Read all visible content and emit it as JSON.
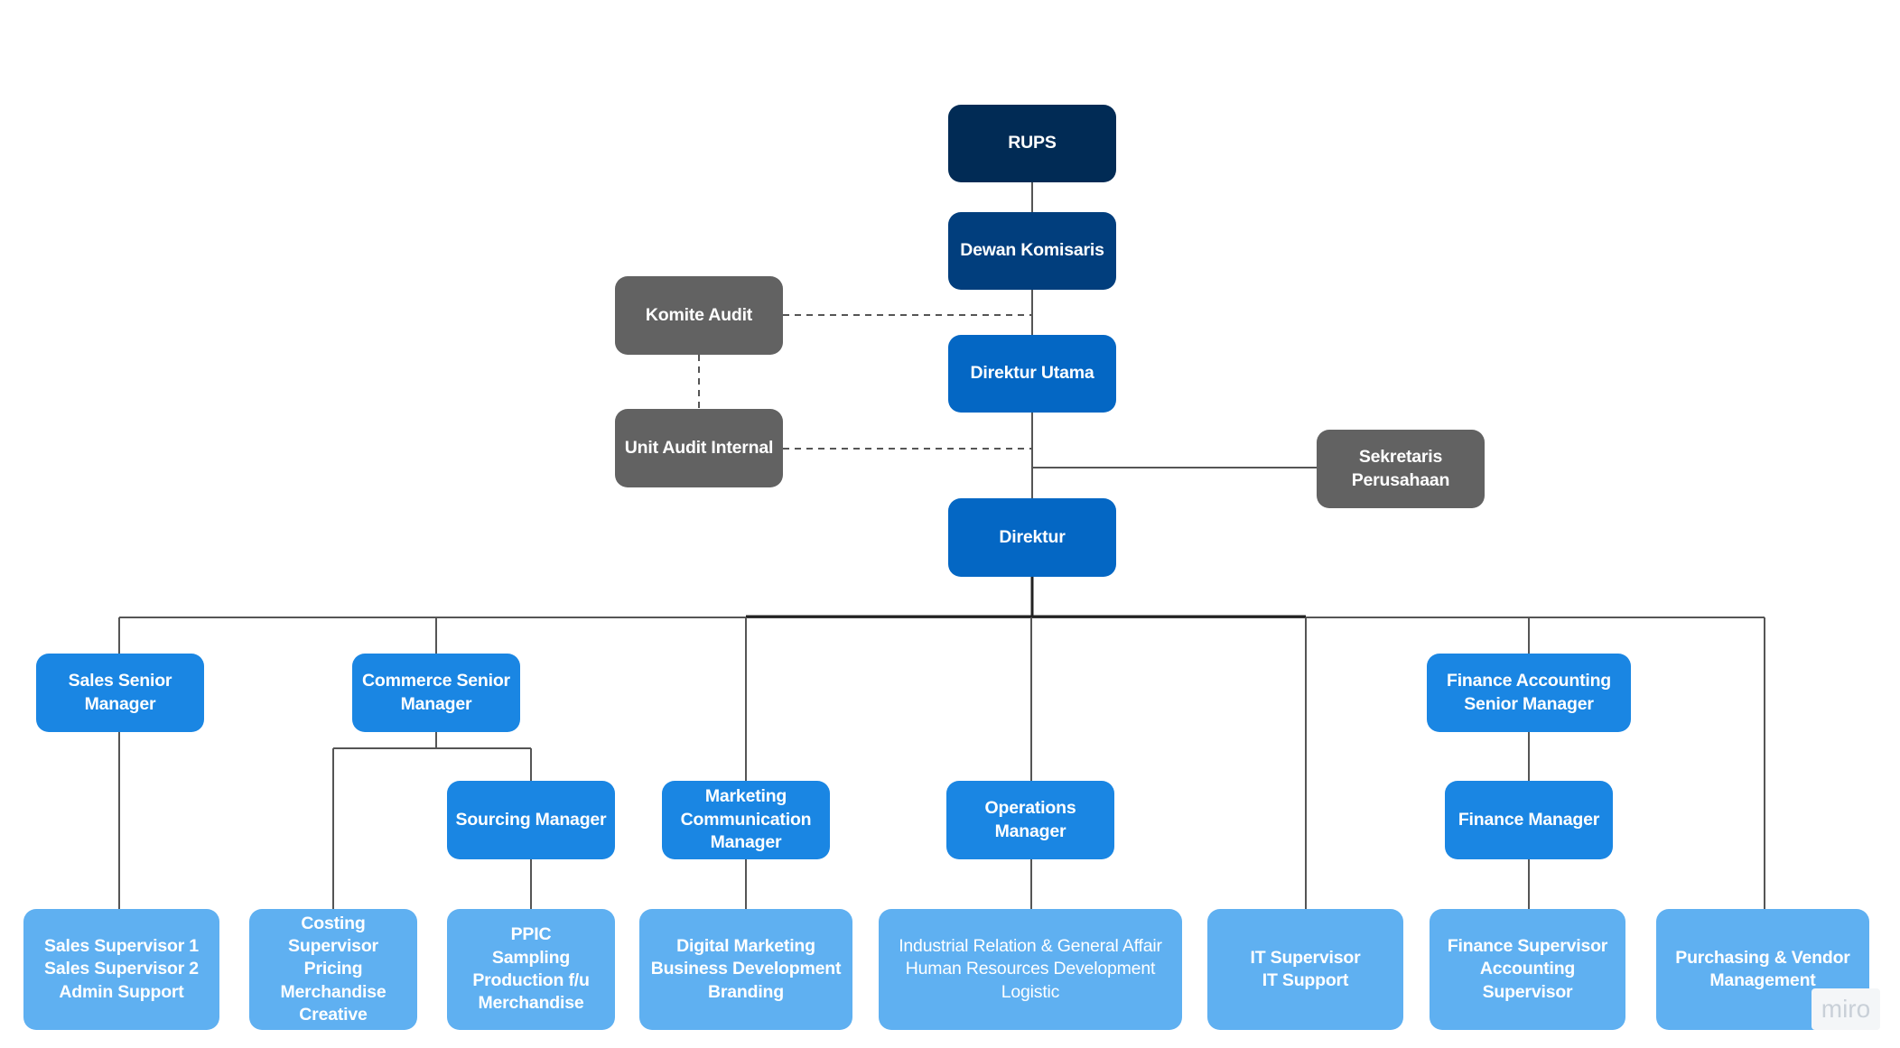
{
  "colors": {
    "navy": "#012b55",
    "dark_blue": "#013e7d",
    "mid_blue": "#0467c4",
    "grey": "#626262",
    "blue": "#1a86e3",
    "light_blue": "#5fb0f1",
    "connector": "#555555"
  },
  "org": {
    "rups": "RUPS",
    "dewan_komisaris": "Dewan Komisaris",
    "komite_audit": "Komite Audit",
    "direktur_utama": "Direktur Utama",
    "unit_audit_internal": "Unit Audit Internal",
    "sekretaris": "Sekretaris\nPerusahaan",
    "direktur": "Direktur",
    "sales_senior": "Sales Senior\nManager",
    "commerce_senior": "Commerce Senior\nManager",
    "finance_senior": "Finance Accounting\nSenior Manager",
    "sourcing": "Sourcing Manager",
    "marketing": "Marketing\nCommunication\nManager",
    "operations": "Operations\nManager",
    "finance_manager": "Finance Manager",
    "sales_staff": "Sales Supervisor 1\nSales Supervisor 2\nAdmin Support",
    "costing_staff": "Costing\nSupervisor\nPricing\nMerchandise\nCreative",
    "ppic_staff": "PPIC\nSampling\nProduction f/u\nMerchandise",
    "digital_staff": "Digital Marketing\nBusiness Development\nBranding",
    "industrial_staff": "Industrial Relation & General Affair\nHuman Resources Development\nLogistic",
    "it_staff": "IT Supervisor\nIT Support",
    "finance_staff": "Finance Supervisor\nAccounting\nSupervisor",
    "purchasing_staff": "Purchasing & Vendor\nManagement"
  },
  "watermark": "miro"
}
